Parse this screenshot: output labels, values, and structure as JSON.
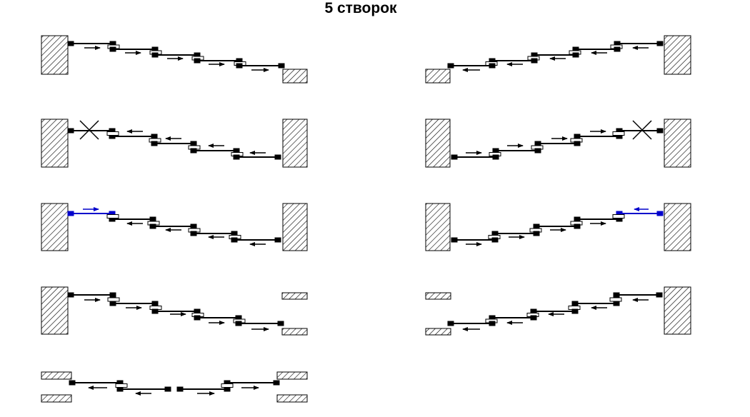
{
  "title": "5 створок",
  "colors": {
    "ink": "#000000",
    "highlight": "#0000cc",
    "hatch": "#000000"
  },
  "schemes": [
    "single-door-opening-right-from-left-wall",
    "single-door-opening-left-from-right-wall",
    "closed-between-walls-fixed-left",
    "closed-between-walls-fixed-right",
    "closed-between-walls-left-leaf-highlighted",
    "closed-between-walls-right-leaf-highlighted",
    "through-opening-from-left-wall",
    "through-opening-from-right-wall",
    "center-split-between-walls"
  ]
}
